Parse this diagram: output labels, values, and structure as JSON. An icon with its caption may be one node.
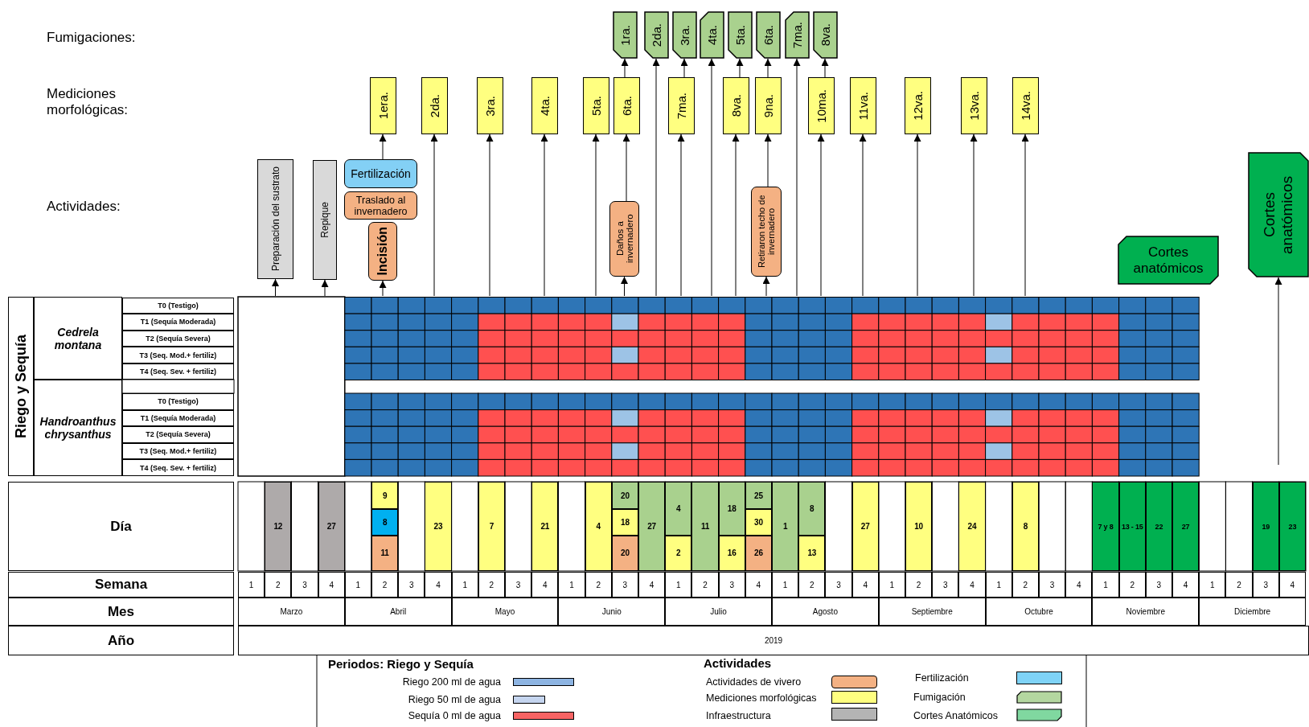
{
  "diagram": {
    "nodes": [
      {
        "text": [
          "1ra."
        ]
      },
      {
        "text": [
          "2da."
        ]
      },
      {
        "text": [
          "3ra."
        ]
      },
      {
        "text": [
          "4ta."
        ]
      },
      {
        "text": [
          "5ta."
        ]
      },
      {
        "text": [
          "6ta."
        ]
      },
      {
        "text": [
          "7ma."
        ]
      },
      {
        "text": [
          "8va."
        ]
      },
      {
        "text": [
          "1era."
        ]
      },
      {
        "text": [
          "2da."
        ]
      },
      {
        "text": [
          "3ra."
        ]
      },
      {
        "text": [
          "4ta."
        ]
      },
      {
        "text": [
          "5ta."
        ]
      },
      {
        "text": [
          "6ta."
        ]
      },
      {
        "text": [
          "7ma."
        ]
      },
      {
        "text": [
          "8va."
        ]
      },
      {
        "text": [
          "9na."
        ]
      },
      {
        "text": [
          "10ma."
        ]
      },
      {
        "text": [
          "11va."
        ]
      },
      {
        "text": [
          "12va."
        ]
      },
      {
        "text": [
          "13va."
        ]
      },
      {
        "text": [
          "14va."
        ]
      },
      {
        "text": [
          "Preparación del sustrato"
        ]
      },
      {
        "text": [
          "Repique"
        ]
      },
      {
        "text": [
          "Fertilización"
        ]
      },
      {
        "text": [
          "Traslado al invernadero"
        ]
      },
      {
        "text": [
          "Incisión"
        ]
      },
      {
        "text": [
          "Daños a invernadero"
        ]
      },
      {
        "text": [
          "Retiraron techo de invernadero"
        ]
      },
      {
        "text": [
          "Cortes anatómicos"
        ]
      },
      {
        "text": [
          "Cortes anatómicos"
        ]
      }
    ],
    "edges": [
      {
        "from": null,
        "to": 22,
        "arrow": "to"
      },
      {
        "from": null,
        "to": 23,
        "arrow": "to"
      },
      {
        "from": null,
        "to": 26,
        "arrow": "to"
      },
      {
        "from": 24,
        "to": 8,
        "arrow": "to"
      },
      {
        "from": null,
        "to": 9,
        "arrow": "to"
      },
      {
        "from": null,
        "to": 10,
        "arrow": "to"
      },
      {
        "from": null,
        "to": 11,
        "arrow": "to"
      },
      {
        "from": null,
        "to": 12,
        "arrow": "to"
      },
      {
        "from": null,
        "to": 27,
        "arrow": "to"
      },
      {
        "from": 27,
        "to": 13,
        "arrow": "to"
      },
      {
        "from": 13,
        "to": 0,
        "arrow": "to"
      },
      {
        "from": null,
        "to": 1,
        "arrow": "to"
      },
      {
        "from": null,
        "to": 14,
        "arrow": "to"
      },
      {
        "from": 14,
        "to": 2,
        "arrow": "to"
      },
      {
        "from": null,
        "to": 3,
        "arrow": "to"
      },
      {
        "from": null,
        "to": 15,
        "arrow": "to"
      },
      {
        "from": 15,
        "to": 4,
        "arrow": "to"
      },
      {
        "from": null,
        "to": 28,
        "arrow": "to"
      },
      {
        "from": 28,
        "to": 16,
        "arrow": "to"
      },
      {
        "from": 16,
        "to": 5,
        "arrow": "to"
      },
      {
        "from": null,
        "to": 6,
        "arrow": "to"
      },
      {
        "from": null,
        "to": 17,
        "arrow": "to"
      },
      {
        "from": 17,
        "to": 7,
        "arrow": "to"
      },
      {
        "from": null,
        "to": 18,
        "arrow": "to"
      },
      {
        "from": null,
        "to": 19,
        "arrow": "to"
      },
      {
        "from": null,
        "to": 20,
        "arrow": "to"
      },
      {
        "from": null,
        "to": 21,
        "arrow": "to"
      },
      {
        "from": null,
        "to": 30,
        "arrow": "to"
      }
    ],
    "labels": [
      "Fumigaciones:",
      "Mediciones morfológicas:",
      "Actividades:",
      "Riego y Sequía",
      "Cedrela montana",
      "T0 (Testigo)",
      "T1 (Sequía Moderada)",
      "T2 (Sequía Severa)",
      "T3 (Seq. Mod.+ fertiliz)",
      "T4 (Seq. Sev. + fertiliz)",
      "Handroanthus chrysanthus",
      "T0 (Testigo)",
      "T1 (Sequía Moderada)",
      "T2 (Sequía Severa)",
      "T3 (Seq. Mod.+ fertiliz)",
      "T4 (Seq. Sev. + fertiliz)",
      "Día",
      "12",
      "27",
      "9",
      "8",
      "11",
      "23",
      "7",
      "21",
      "4",
      "20",
      "18",
      "20",
      "27",
      "4",
      "2",
      "11",
      "18",
      "16",
      "25",
      "30",
      "26",
      "1",
      "8",
      "13",
      "27",
      "10",
      "24",
      "8",
      "7 y 8",
      "13 - 15",
      "22",
      "27",
      "19",
      "23",
      "Semana",
      "1",
      "2",
      "3",
      "4",
      "1",
      "2",
      "3",
      "4",
      "1",
      "2",
      "3",
      "4",
      "1",
      "2",
      "3",
      "4",
      "1",
      "2",
      "3",
      "4",
      "1",
      "2",
      "3",
      "4",
      "1",
      "2",
      "3",
      "4",
      "1",
      "2",
      "3",
      "4",
      "1",
      "2",
      "3",
      "4",
      "1",
      "2",
      "3",
      "4",
      "Mes",
      "Marzo",
      "Abril",
      "Mayo",
      "Junio",
      "Julio",
      "Agosto",
      "Septiembre",
      "Octubre",
      "Noviembre",
      "Diciembre",
      "Año",
      "2019",
      "Periodos: Riego y Sequía",
      "Actividades"
    ],
    "legend": [
      {
        "text": "Riego 200 ml de agua",
        "color": "#8db4e2"
      },
      {
        "text": "Riego 50 ml de agua",
        "color": "#c5d5ef"
      },
      {
        "text": "Sequía 0 ml de agua",
        "color": "#f86464"
      },
      {
        "text": "Actividades de vivero",
        "color": "#f4b183"
      },
      {
        "text": "Fertilización",
        "color": "#7fd3f7"
      },
      {
        "text": "Mediciones morfológicas",
        "color": "#ffff80"
      },
      {
        "text": "Fumigación",
        "color": "#b4d7a0"
      },
      {
        "text": "Infraestructura",
        "color": "#b4b4b4"
      },
      {
        "text": "Cortes Anatómicos",
        "color": "#80d8a0"
      }
    ]
  }
}
